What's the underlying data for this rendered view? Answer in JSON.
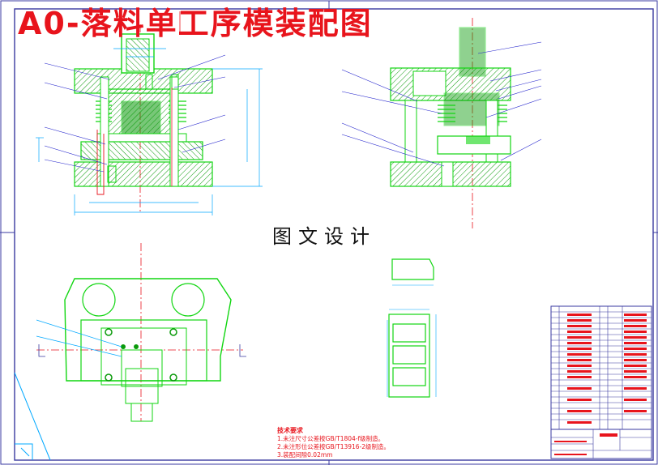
{
  "drawing": {
    "title": "A0-落料单工序模装配图",
    "watermark": "图文设计",
    "notes": {
      "heading": "技术要求",
      "items": [
        "1.未注尺寸公差按GB/T1804-f级制造。",
        "2.未注形位公差按GB/T13916-2级制造。",
        "3.装配间隙0.02mm"
      ]
    }
  },
  "colors": {
    "outline": "#3a3aa0",
    "part": "#11d611",
    "dimension": "#00a8ff",
    "centerline": "#e8141c",
    "leader": "#2222cc",
    "hatch": "#0a9a0a"
  }
}
